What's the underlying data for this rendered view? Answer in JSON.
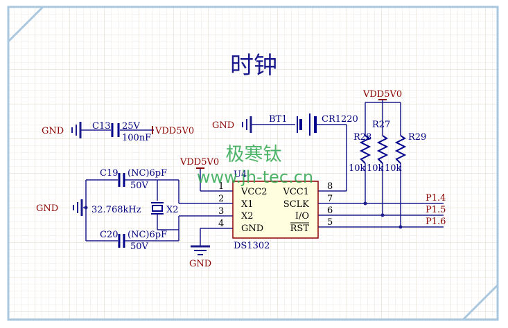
{
  "title": "时钟",
  "watermark": {
    "line1": "极寒钛",
    "line2": "www.jh-tec.cn"
  },
  "colors": {
    "wire": "#1c1c8c",
    "component": "#00008b",
    "net_label": "#8b0000",
    "text": "#000080",
    "grid_minor": "#e6e0d6",
    "grid_major": "#d8d0c4",
    "frame_border": "#a9c7de",
    "watermark": "#2fa84f",
    "ic_fill": "#ffffe0"
  },
  "cap_c13": {
    "ref": "C13",
    "voltage": "25V",
    "value": "100nF",
    "gnd": "GND",
    "vdd": "VDD5V0"
  },
  "battery": {
    "ref": "BT1",
    "part": "CR1220",
    "gnd": "GND"
  },
  "crystal_circuit": {
    "gnd": "GND",
    "c19": {
      "ref": "C19",
      "value": "(NC)6pF",
      "voltage": "50V"
    },
    "c20": {
      "ref": "C20",
      "value": "(NC)6pF",
      "voltage": "50V"
    },
    "crystal": {
      "ref": "X2",
      "value": "32.768kHz"
    }
  },
  "pullups": {
    "vdd": "VDD5V0",
    "resistors": [
      {
        "ref": "R28",
        "value": "10k"
      },
      {
        "ref": "R27",
        "value": "10k"
      },
      {
        "ref": "R29",
        "value": "10k"
      }
    ]
  },
  "ic": {
    "ref": "U4",
    "part": "DS1302",
    "vdd": "VDD5V0",
    "gnd": "GND",
    "left_pins": [
      {
        "num": "1",
        "name": "VCC2"
      },
      {
        "num": "2",
        "name": "X1"
      },
      {
        "num": "3",
        "name": "X2"
      },
      {
        "num": "4",
        "name": "GND"
      }
    ],
    "right_pins": [
      {
        "num": "8",
        "name": "VCC1"
      },
      {
        "num": "7",
        "name": "SCLK"
      },
      {
        "num": "6",
        "name": "I/O"
      },
      {
        "num": "5",
        "name": "RST"
      }
    ]
  },
  "port_labels": [
    "P1.4",
    "P1.5",
    "P1.6"
  ]
}
